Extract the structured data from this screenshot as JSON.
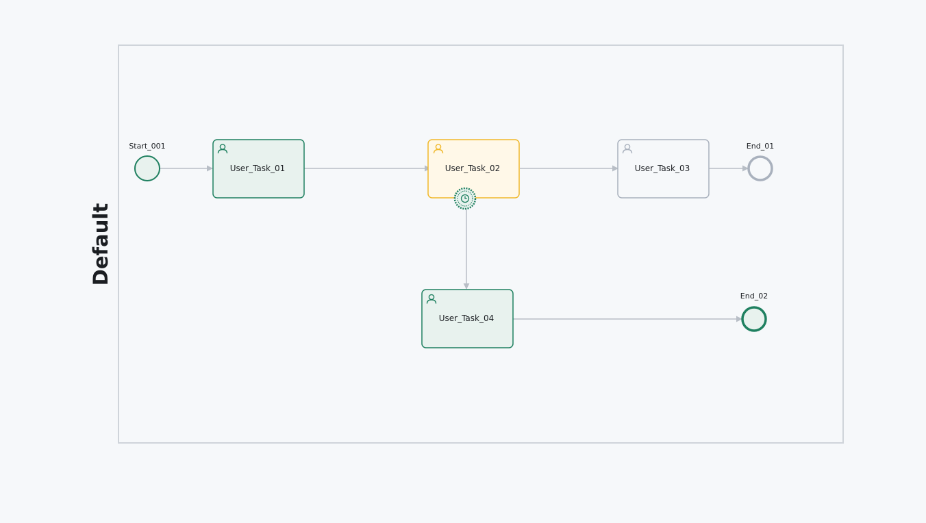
{
  "pool": {
    "lane_label": "Default"
  },
  "colors": {
    "completed_stroke": "#1f8060",
    "completed_fill": "#e8f2ee",
    "active_stroke": "#f0b82a",
    "active_fill": "#fff8e8",
    "pending_stroke": "#a9b1bd",
    "pending_fill": "#f6f8fa",
    "flow_line": "#b8bec6",
    "pool_border": "#cfd4da"
  },
  "nodes": {
    "start": {
      "label": "Start_001",
      "state": "completed",
      "icon": "start-event"
    },
    "task_01": {
      "label": "User_Task_01",
      "state": "completed",
      "icon": "user-icon"
    },
    "task_02": {
      "label": "User_Task_02",
      "state": "active",
      "icon": "user-icon"
    },
    "timer": {
      "label": "",
      "state": "completed",
      "icon": "clock-icon"
    },
    "task_03": {
      "label": "User_Task_03",
      "state": "pending",
      "icon": "user-icon"
    },
    "end_01": {
      "label": "End_01",
      "state": "pending",
      "icon": "end-event"
    },
    "task_04": {
      "label": "User_Task_04",
      "state": "completed",
      "icon": "user-icon"
    },
    "end_02": {
      "label": "End_02",
      "state": "completed",
      "icon": "end-event"
    }
  }
}
